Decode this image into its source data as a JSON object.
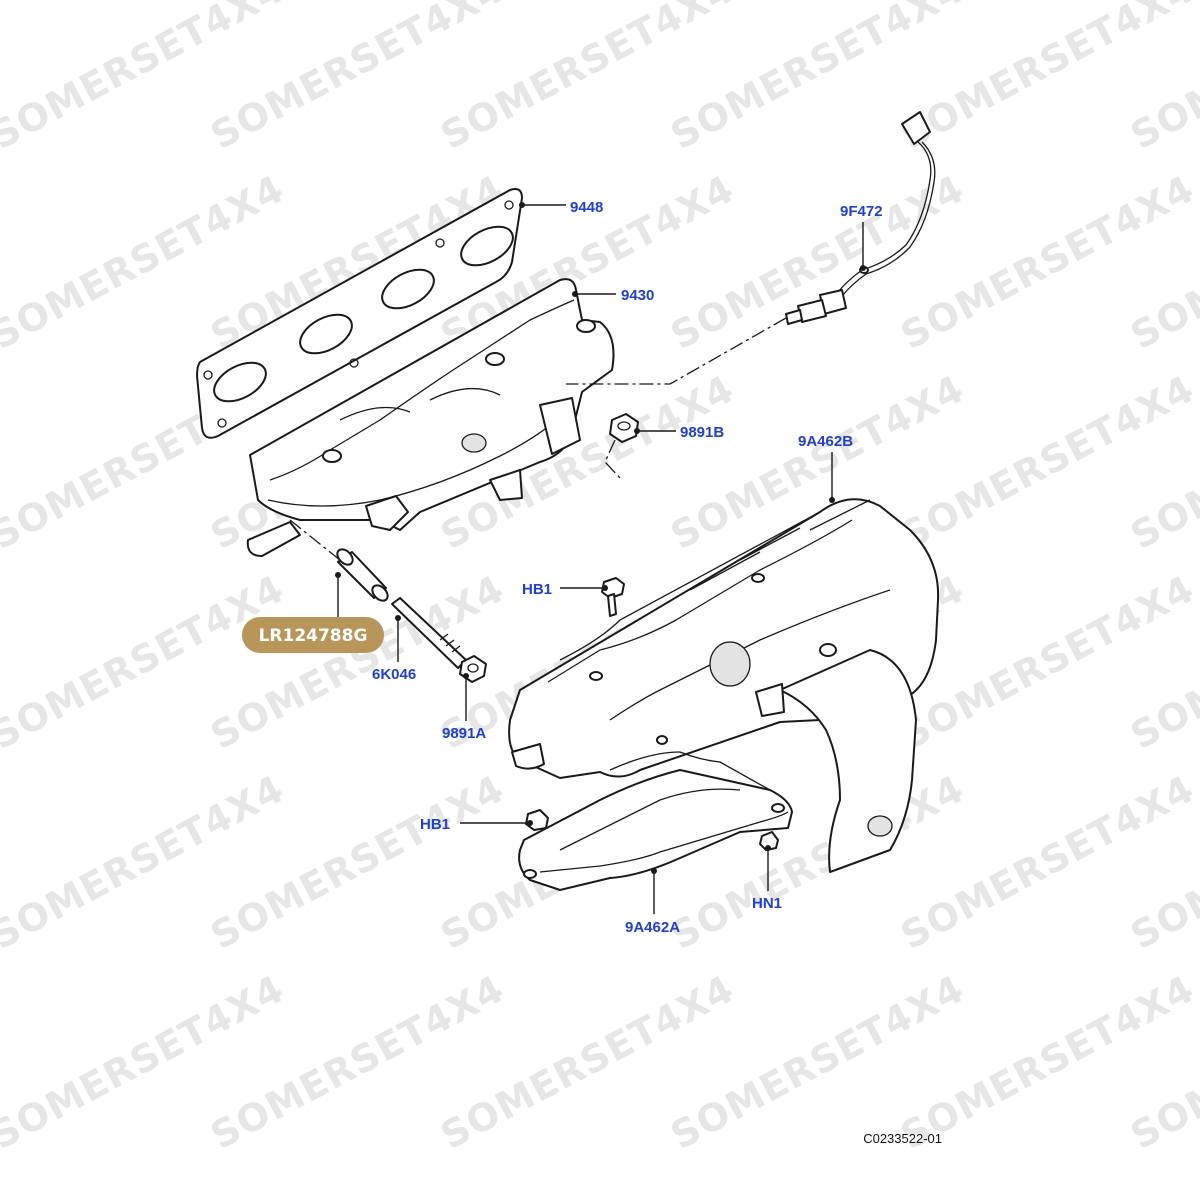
{
  "watermark": "SOMERSET4X4",
  "callouts": {
    "gasket": "9448",
    "manifold": "9430",
    "sensor": "9F472",
    "nut_b": "9891B",
    "upper_shield": "9A462B",
    "hb1_top": "HB1",
    "stud": "6K046",
    "nut_a": "9891A",
    "hb1_bottom": "HB1",
    "hn1": "HN1",
    "lower_shield": "9A462A"
  },
  "highlight": {
    "part_number": "LR124788G",
    "color": "#b8965a"
  },
  "reference_code": "C0233522-01",
  "colors": {
    "callout": "#1f3fd6",
    "line": "#1a1a1a"
  }
}
